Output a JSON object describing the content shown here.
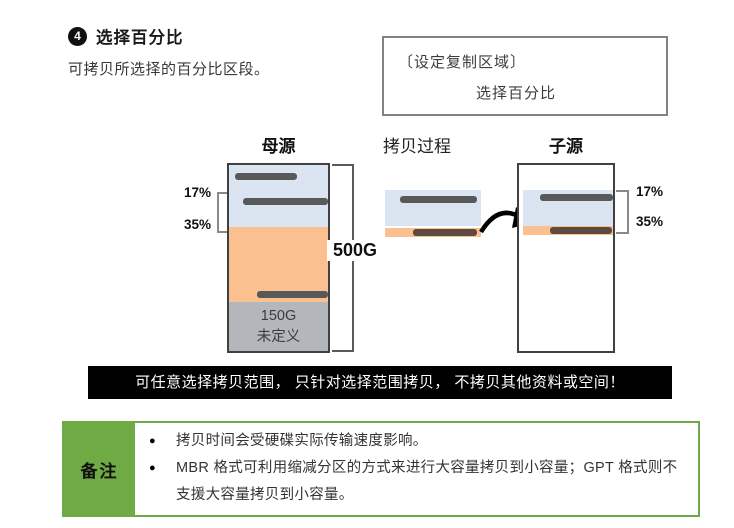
{
  "page": {
    "step_number": "4",
    "title": "选择百分比",
    "subtitle": "可拷贝所选择的百分比区段。"
  },
  "menu_box": {
    "line1": "〔设定复制区域〕",
    "line2": "选择百分比"
  },
  "diagram": {
    "source_label": "母源",
    "process_label": "拷贝过程",
    "target_label": "子源",
    "source_pct_top": "17%",
    "source_pct_bottom": "35%",
    "target_pct_top": "17%",
    "target_pct_bottom": "35%",
    "capacity_label": "500G",
    "undefined_size": "150G",
    "undefined_label": "未定义",
    "colors": {
      "partition_blue": "#dbe5f1",
      "partition_orange": "#fac090",
      "undefined_gray": "#b3b6bb",
      "data_bar": "#595959",
      "data_bar_brown": "#5f4a42"
    }
  },
  "banner": {
    "text": "可任意选择拷贝范围， 只针对选择范围拷贝， 不拷贝其他资料或空间！",
    "bg": "#000000",
    "fg": "#ffffff"
  },
  "note": {
    "label": "备注",
    "bullet": "●",
    "accent": "#6faa44",
    "items": [
      "拷贝时间会受硬碟实际传输速度影响。",
      "MBR 格式可利用缩减分区的方式来进行大容量拷贝到小容量；GPT 格式则不支援大容量拷贝到小容量。"
    ]
  }
}
